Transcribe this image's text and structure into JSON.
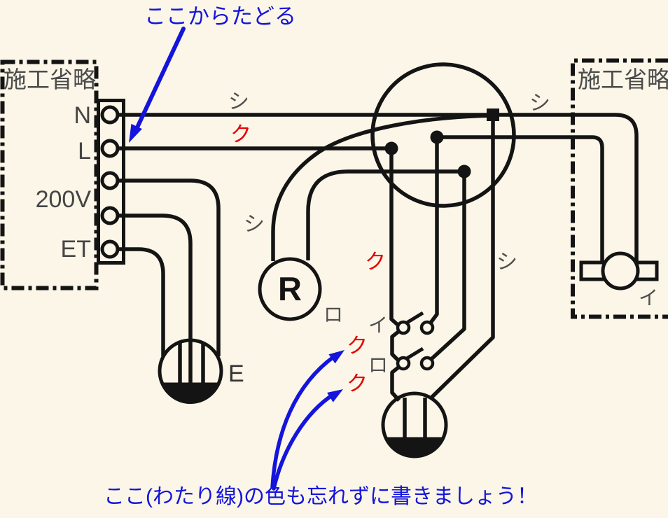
{
  "colors": {
    "background": "#FBF6E7",
    "wire": "#141414",
    "gray_label": "#4B4B4B",
    "red_label": "#E60000",
    "blue": "#1414DC"
  },
  "annotations": {
    "top_note": "ここからたどる",
    "bottom_note": "ここ(わたり線)の色も忘れずに書きましょう！"
  },
  "panels": {
    "left_title": "施工省略",
    "right_title": "施工省略"
  },
  "terminals": {
    "n": "N",
    "l": "L",
    "v200": "200V",
    "et": "ET"
  },
  "wire_labels": {
    "source_neutral": "シ",
    "source_live": "ク",
    "lamp_neutral": "シ",
    "switch_feed": "ク",
    "outlet_neutral": "シ",
    "right_neutral": "シ",
    "crossover_upper": "ク",
    "crossover_lower": "ク"
  },
  "devices": {
    "lamp_receptacle": "R",
    "lamp_circuit": "ロ",
    "switch_top": "イ",
    "switch_bottom": "ロ",
    "earth": "E",
    "ceiling_light": "イ"
  }
}
